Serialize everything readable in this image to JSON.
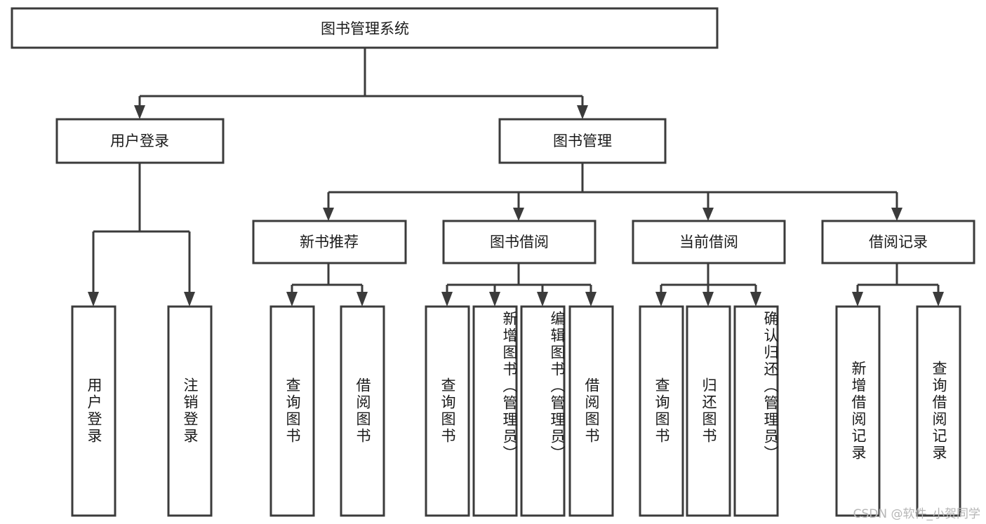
{
  "diagram": {
    "title": "图书管理系统",
    "root": {
      "label": "图书管理系统",
      "id": "root"
    },
    "level2": [
      {
        "id": "user-login",
        "label": "用户登录"
      },
      {
        "id": "book-manage",
        "label": "图书管理"
      }
    ],
    "level3": [
      {
        "id": "new-book-recommend",
        "label": "新书推荐"
      },
      {
        "id": "book-borrow",
        "label": "图书借阅"
      },
      {
        "id": "current-borrow",
        "label": "当前借阅"
      },
      {
        "id": "borrow-record",
        "label": "借阅记录"
      }
    ],
    "leaves": {
      "user_login": [
        {
          "id": "leaf-user-login",
          "label": "用户登录"
        },
        {
          "id": "leaf-logout",
          "label": "注销登录"
        }
      ],
      "new_book_recommend": [
        {
          "id": "leaf-query-book-1",
          "label": "查询图书"
        },
        {
          "id": "leaf-borrow-book-1",
          "label": "借阅图书"
        }
      ],
      "book_borrow": [
        {
          "id": "leaf-query-book-2",
          "label": "查询图书"
        },
        {
          "id": "leaf-add-book",
          "label": "新增图书（管理员）"
        },
        {
          "id": "leaf-edit-book",
          "label": "编辑图书（管理员）"
        },
        {
          "id": "leaf-borrow-book-2",
          "label": "借阅图书"
        }
      ],
      "current_borrow": [
        {
          "id": "leaf-query-book-3",
          "label": "查询图书"
        },
        {
          "id": "leaf-return-book",
          "label": "归还图书"
        },
        {
          "id": "leaf-confirm-return",
          "label": "确认归还（管理员）"
        }
      ],
      "borrow_record": [
        {
          "id": "leaf-add-record",
          "label": "新增借阅记录"
        },
        {
          "id": "leaf-query-record",
          "label": "查询借阅记录"
        }
      ]
    },
    "colors": {
      "stroke": "#3b3b3b",
      "fill": "#ffffff",
      "text": "#1a1a1a",
      "watermark": "#b6b6b6"
    }
  },
  "watermark": {
    "text": "CSDN @软件_小贺同学"
  }
}
